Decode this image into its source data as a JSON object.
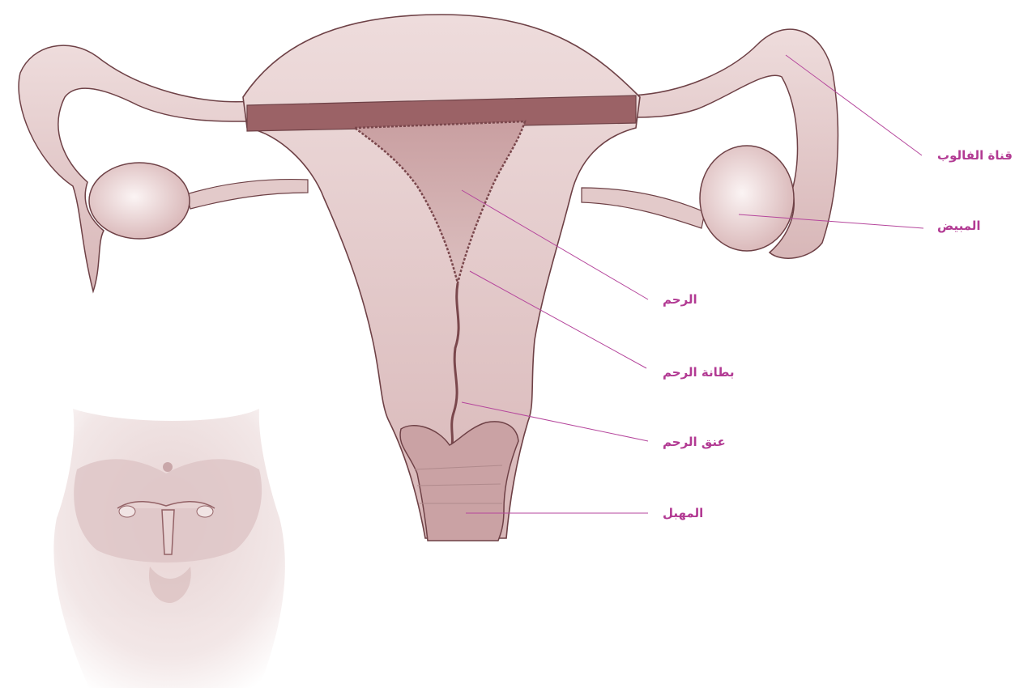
{
  "labels": {
    "fallopian_tube": "قناة الفالوب",
    "ovary": "المبيض",
    "uterus": "الرحم",
    "endometrium": "بطانة الرحم",
    "cervix": "عنق الرحم",
    "vagina": "المهبل"
  },
  "colors": {
    "label": "#b23a93",
    "leader_line": "#b5469c",
    "tissue_light": "#e9d4d4",
    "tissue_mid": "#d9b8b8",
    "tissue_dark": "#8e5a5e",
    "outline": "#6e4146"
  }
}
